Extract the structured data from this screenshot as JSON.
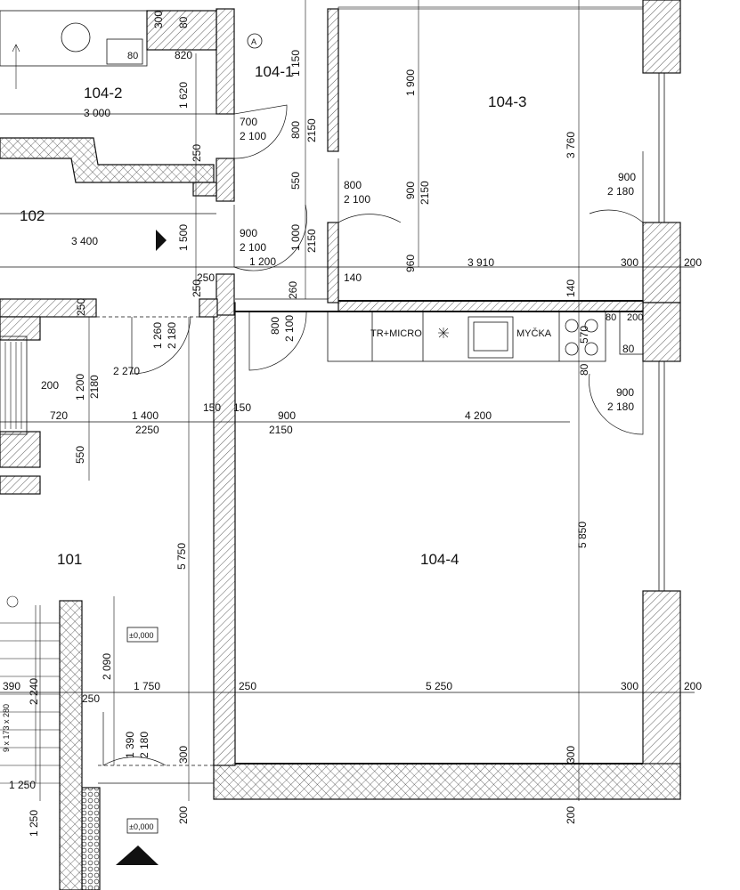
{
  "rooms": {
    "r101": "101",
    "r102": "102",
    "r104_1": "104-1",
    "r104_2": "104-2",
    "r104_3": "104-3",
    "r104_4": "104-4"
  },
  "fixtures": {
    "fridge_micro": "TR+MICRO",
    "dishwasher": "MYČKA",
    "sink_80": "80",
    "box_80": "80",
    "box_200": "200"
  },
  "levels": {
    "level_1": "±0,000",
    "level_2": "±0,000"
  },
  "markers": {
    "axis_a": "A"
  },
  "stairs": {
    "spec": "9 x 173 x 280"
  },
  "dimensions": {
    "d_300_top": "300",
    "d_80_top": "80",
    "d_820": "820",
    "d_1150": "1 150",
    "d_1620": "1 620",
    "d_3000": "3 000",
    "d_700": "700",
    "d_2100_a": "2 100",
    "d_800_a": "800",
    "d_2150_a": "2150",
    "d_250_a": "250",
    "d_1900": "1 900",
    "d_3760": "3 760",
    "d_800_b": "800",
    "d_2100_b": "2 100",
    "d_900_a": "900",
    "d_2150_b": "2150",
    "d_550_a": "550",
    "d_900_b": "900",
    "d_2180_a": "2 180",
    "d_3400": "3 400",
    "d_1500": "1 500",
    "d_900_c": "900",
    "d_2100_c": "2 100",
    "d_1000": "1 000",
    "d_2150_c": "2150",
    "d_1200": "1 200",
    "d_960": "960",
    "d_3910": "3 910",
    "d_300_a": "300",
    "d_200_a": "200",
    "d_250_b": "250",
    "d_250_c": "250",
    "d_260": "260",
    "d_140_a": "140",
    "d_140_b": "140",
    "d_250_d": "250",
    "d_1260": "1 260",
    "d_2180_b": "2 180",
    "d_800_c": "800",
    "d_2100_d": "2 100",
    "d_570": "570",
    "d_80_c": "80",
    "d_80_d": "80",
    "d_2270": "2 270",
    "d_200_b": "200",
    "d_1200_b": "1 200",
    "d_2180_c": "2180",
    "d_900_d": "900",
    "d_2180_d": "2 180",
    "d_720": "720",
    "d_1400": "1 400",
    "d_2250": "2250",
    "d_150_a": "150",
    "d_150_b": "150",
    "d_900_e": "900",
    "d_2150_d": "2150",
    "d_4200": "4 200",
    "d_550_b": "550",
    "d_5750": "5 750",
    "d_5850": "5 850",
    "d_2090": "2 090",
    "d_390": "390",
    "d_2240": "2 240",
    "d_250_e": "250",
    "d_1750": "1 750",
    "d_250_f": "250",
    "d_5250": "5 250",
    "d_300_b": "300",
    "d_200_c": "200",
    "d_1390": "1 390",
    "d_2180_e": "2 180",
    "d_300_c": "300",
    "d_300_d": "300",
    "d_1250_a": "1 250",
    "d_1250_b": "1 250",
    "d_200_d": "200",
    "d_200_e": "200"
  }
}
